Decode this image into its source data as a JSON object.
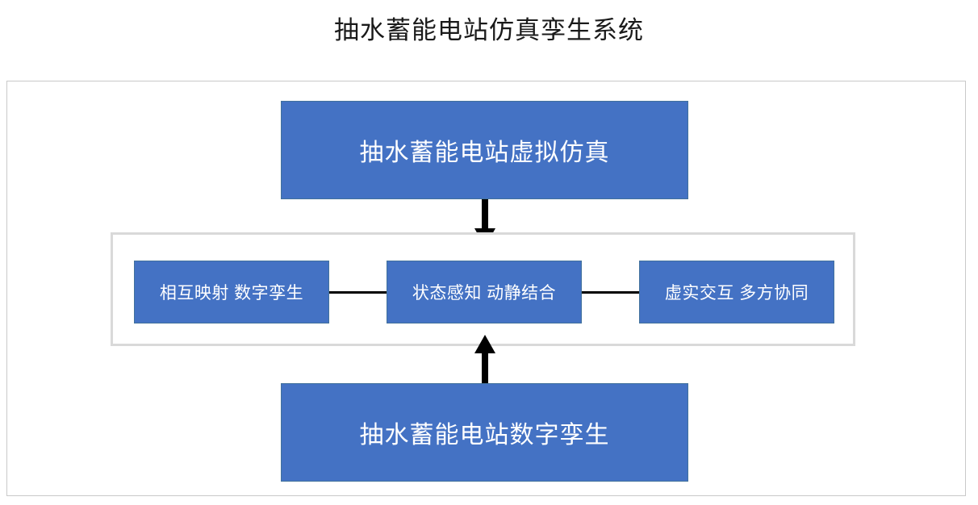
{
  "diagram": {
    "title": "抽水蓄能电站仿真孪生系统",
    "colors": {
      "box_fill": "#4472C4",
      "box_border": "#41719C",
      "box_text": "#FFFFFF",
      "frame_border": "#C9C9C9",
      "group_frame_border": "#D9D9D9",
      "connector": "#000000",
      "arrow": "#000000",
      "background": "#FFFFFF"
    },
    "top_node": {
      "label": "抽水蓄能电站虚拟仿真"
    },
    "bottom_node": {
      "label": "抽水蓄能电站数字孪生"
    },
    "feature_group": {
      "items": [
        {
          "label": "相互映射 数字孪生"
        },
        {
          "label": "状态感知 动静结合"
        },
        {
          "label": "虚实交互 多方协同"
        }
      ]
    },
    "arrows": [
      {
        "name": "down-arrow",
        "from": "抽水蓄能电站虚拟仿真",
        "to": "feature-group",
        "direction": "down"
      },
      {
        "name": "up-arrow",
        "from": "抽水蓄能电站数字孪生",
        "to": "feature-group",
        "direction": "up"
      }
    ],
    "connectors": [
      {
        "name": "connector-1-2",
        "from": "相互映射 数字孪生",
        "to": "状态感知 动静结合"
      },
      {
        "name": "connector-2-3",
        "from": "状态感知 动静结合",
        "to": "虚实交互 多方协同"
      }
    ]
  }
}
